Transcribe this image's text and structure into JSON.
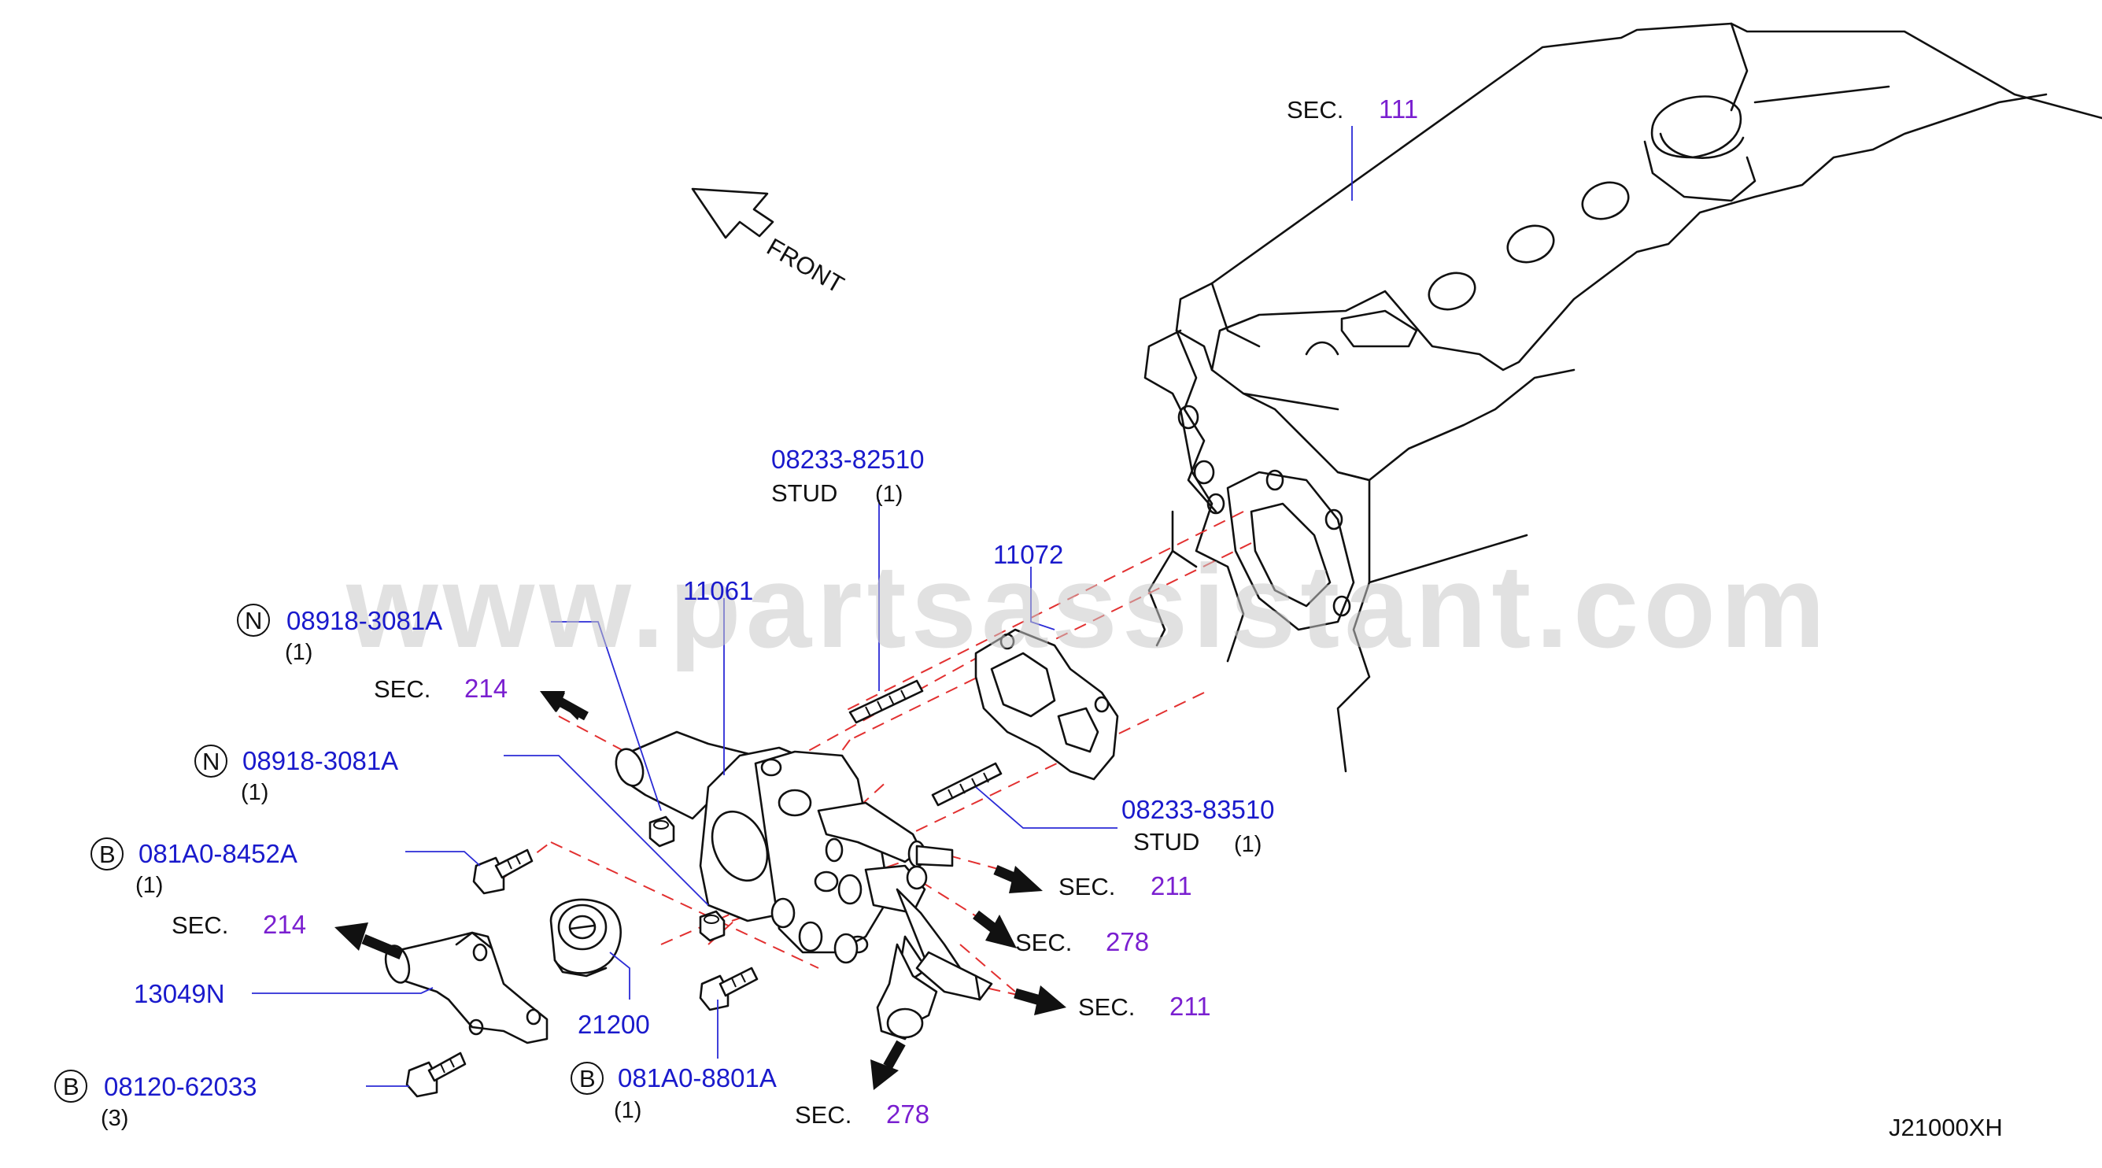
{
  "watermark": "www.partsassistant.com",
  "diagram_code": "J21000XH",
  "front_label": "FRONT",
  "colors": {
    "part_number": "#1a1acc",
    "section_number": "#7a1fd0",
    "dash_line": "#e23030",
    "watermark": "#c9c9c9"
  },
  "sections": [
    {
      "prefix": "SEC.",
      "number": "111"
    },
    {
      "prefix": "SEC.",
      "number": "214"
    },
    {
      "prefix": "SEC.",
      "number": "214"
    },
    {
      "prefix": "SEC.",
      "number": "211"
    },
    {
      "prefix": "SEC.",
      "number": "278"
    },
    {
      "prefix": "SEC.",
      "number": "211"
    },
    {
      "prefix": "SEC.",
      "number": "278"
    }
  ],
  "parts": [
    {
      "number": "08233-82510",
      "desc": "STUD",
      "qty": "(1)"
    },
    {
      "number": "11072"
    },
    {
      "number": "11061"
    },
    {
      "badge": "N",
      "number": "08918-3081A",
      "qty": "(1)"
    },
    {
      "badge": "N",
      "number": "08918-3081A",
      "qty": "(1)"
    },
    {
      "number": "08233-83510",
      "desc": "STUD",
      "qty": "(1)"
    },
    {
      "badge": "B",
      "number": "081A0-8452A",
      "qty": "(1)"
    },
    {
      "number": "13049N"
    },
    {
      "number": "21200"
    },
    {
      "badge": "B",
      "number": "08120-62033",
      "qty": "(3)"
    },
    {
      "badge": "B",
      "number": "081A0-8801A",
      "qty": "(1)"
    }
  ]
}
